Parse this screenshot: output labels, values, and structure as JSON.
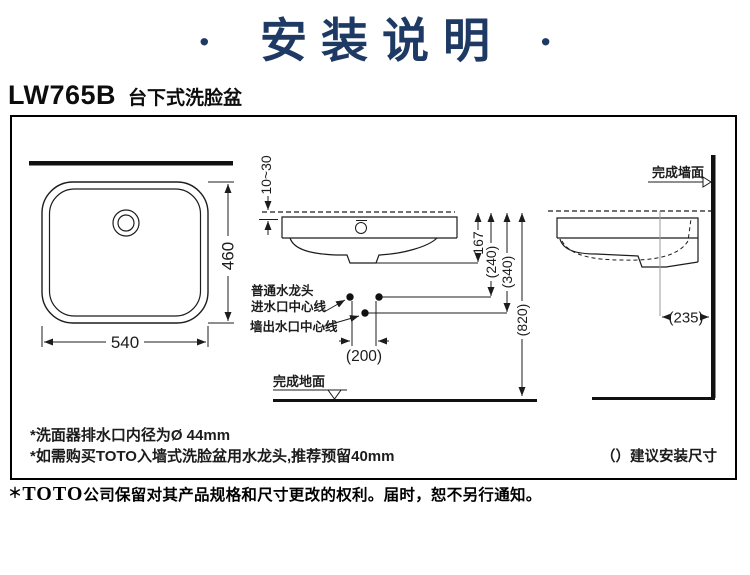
{
  "header": {
    "title": "安装说明",
    "bullet": "·"
  },
  "product": {
    "model": "LW765B",
    "type": "台下式洗脸盆"
  },
  "top_view": {
    "width": "540",
    "depth": "460"
  },
  "front_view": {
    "counter_gap": "10~30",
    "drain_depth": "167",
    "faucet_height": "(240)",
    "outlet_height": "(340)",
    "counter_height": "(820)",
    "faucet_spacing": "(200)",
    "faucet_label_1": "普通水龙头",
    "faucet_label_2": "进水口中心线",
    "outlet_label": "墙出水口中心线",
    "floor_label": "完成地面"
  },
  "side_view": {
    "wall_label": "完成墙面",
    "wall_distance": "(235)"
  },
  "notes": {
    "note1": "*洗面器排水口内径为Ø 44mm",
    "note2": "*如需购买TOTO入墙式洗脸盆用水龙头,推荐预留40mm",
    "legend": "（）建议安装尺寸"
  },
  "footer": {
    "asterisk": "＊",
    "brand": "TOTO",
    "text": "公司保留对其产品规格和尺寸更改的权利。届时，恕不另行通知。"
  },
  "colors": {
    "title_navy": "#1e3a64",
    "line": "#1c1c1c"
  }
}
